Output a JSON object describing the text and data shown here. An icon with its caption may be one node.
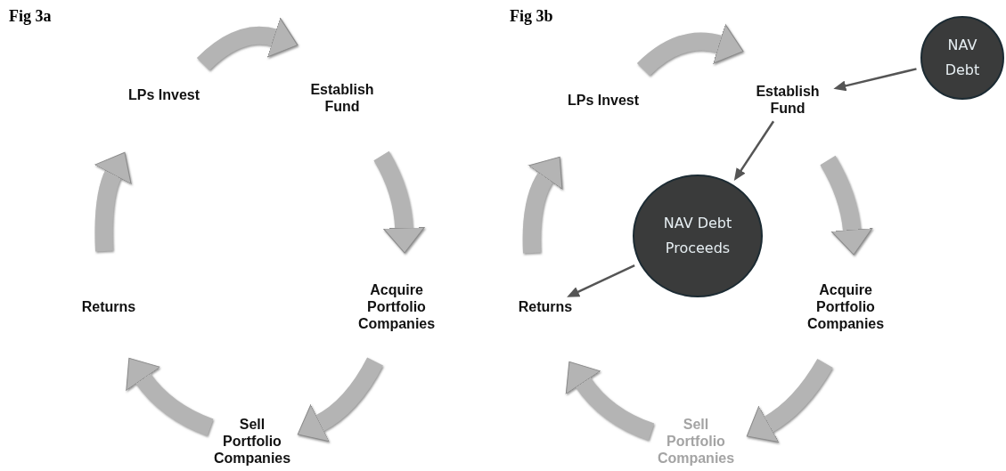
{
  "diagram": {
    "nodes": [
      {
        "text": [
          "LPs Invest"
        ]
      },
      {
        "text": [
          "Establish Fund"
        ]
      },
      {
        "text": [
          "Acquire Portfolio Companies"
        ]
      },
      {
        "text": [
          "Sell Portfolio Companies"
        ]
      },
      {
        "text": [
          "Returns"
        ]
      },
      {
        "text": [
          "LPs Invest"
        ]
      },
      {
        "text": [
          "Establish Fund"
        ]
      },
      {
        "text": [
          "Acquire Portfolio Companies"
        ]
      },
      {
        "text": [
          "Sell Portfolio Companies"
        ]
      },
      {
        "text": [
          "Returns"
        ]
      },
      {
        "text": [
          "NAV Debt"
        ]
      },
      {
        "text": [
          "NAV Debt Proceeds"
        ]
      }
    ],
    "edges": [
      {
        "from": 0,
        "to": 1,
        "arrow": "to"
      },
      {
        "from": 1,
        "to": 2,
        "arrow": "to"
      },
      {
        "from": 2,
        "to": 3,
        "arrow": "to"
      },
      {
        "from": 3,
        "to": 4,
        "arrow": "to"
      },
      {
        "from": 4,
        "to": 0,
        "arrow": "to"
      },
      {
        "from": 5,
        "to": 6,
        "arrow": "to"
      },
      {
        "from": 6,
        "to": 7,
        "arrow": "to"
      },
      {
        "from": 7,
        "to": 8,
        "arrow": "to"
      },
      {
        "from": 8,
        "to": 9,
        "arrow": "to"
      },
      {
        "from": 9,
        "to": 5,
        "arrow": "to"
      },
      {
        "from": 10,
        "to": 6,
        "arrow": "to",
        "color": "#555555"
      },
      {
        "from": 6,
        "to": 11,
        "arrow": "to",
        "color": "#555555"
      },
      {
        "from": 11,
        "to": 9,
        "arrow": "to",
        "color": "#555555"
      }
    ],
    "labels": [
      "Fig 3a",
      "Fig 3b"
    ]
  }
}
